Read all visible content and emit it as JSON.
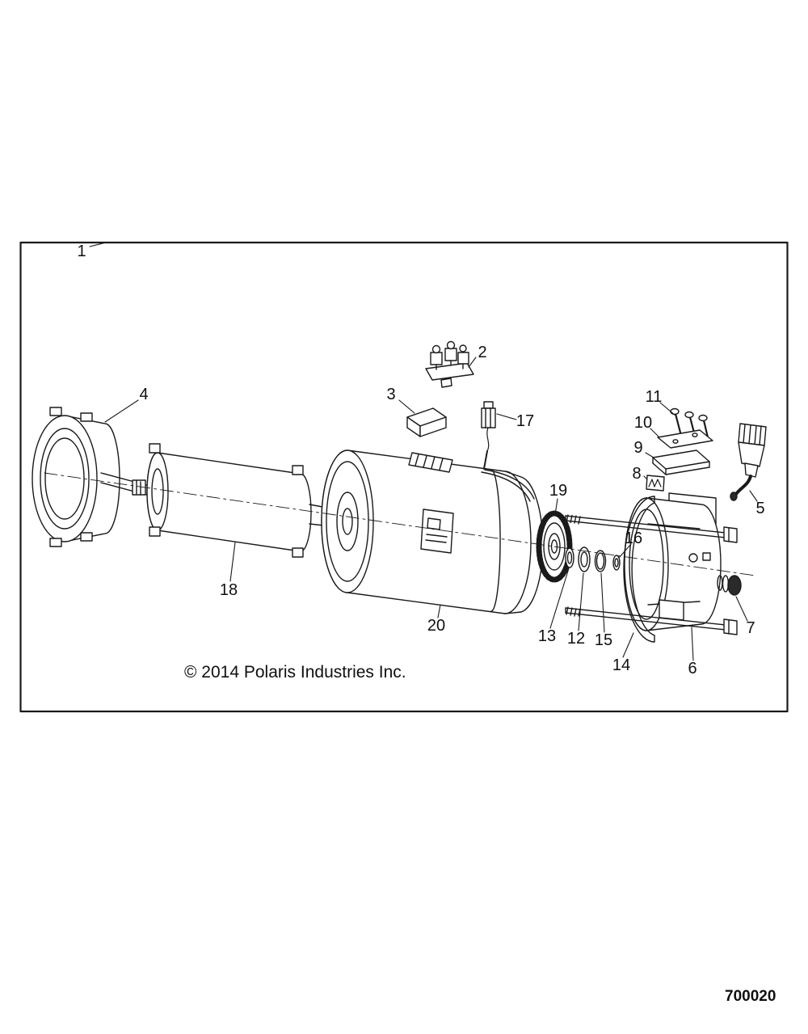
{
  "figure": {
    "copyright": "© 2014 Polaris Industries Inc.",
    "diagram_code": "700020"
  },
  "colors": {
    "line": "#1a1a1a",
    "background": "#ffffff"
  },
  "callouts": [
    {
      "label": "1"
    },
    {
      "label": "2"
    },
    {
      "label": "3"
    },
    {
      "label": "4"
    },
    {
      "label": "5"
    },
    {
      "label": "6"
    },
    {
      "label": "7"
    },
    {
      "label": "8"
    },
    {
      "label": "9"
    },
    {
      "label": "10"
    },
    {
      "label": "11"
    },
    {
      "label": "12"
    },
    {
      "label": "13"
    },
    {
      "label": "14"
    },
    {
      "label": "15"
    },
    {
      "label": "16"
    },
    {
      "label": "17"
    },
    {
      "label": "18"
    },
    {
      "label": "19"
    },
    {
      "label": "20"
    }
  ]
}
